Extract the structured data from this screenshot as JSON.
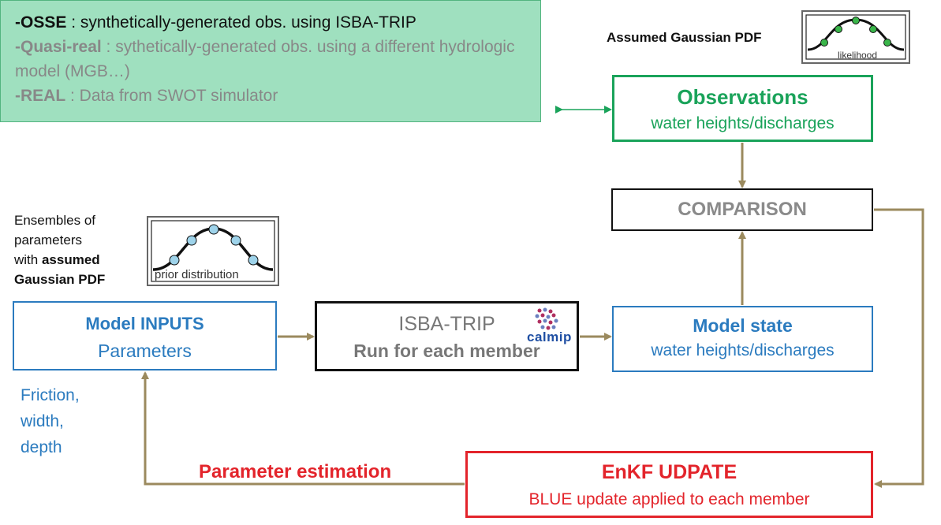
{
  "observation_sources": {
    "osse_label": "-OSSE",
    "osse_text": " : synthetically-generated obs. using ISBA-TRIP",
    "quasi_label": "-Quasi-real",
    "quasi_text": " : sythetically-generated obs. using a different hydrologic model (MGB…)",
    "real_label": "-REAL",
    "real_text": " :  Data from SWOT simulator"
  },
  "likelihood": {
    "caption": "Assumed Gaussian PDF",
    "image_label": "likelihood"
  },
  "observations": {
    "title": "Observations",
    "subtitle": "water heights/discharges"
  },
  "comparison": {
    "title": "COMPARISON"
  },
  "ensembles": {
    "line1": "Ensembles of",
    "line2": "parameters",
    "line3_prefix": "with ",
    "line3_bold": "assumed",
    "line4": "Gaussian PDF"
  },
  "prior": {
    "image_label": "prior distribution"
  },
  "model_inputs": {
    "title": "Model INPUTS",
    "subtitle": "Parameters"
  },
  "isba": {
    "title": "ISBA-TRIP",
    "subtitle": "Run for each member",
    "logo_text": "calmip"
  },
  "model_state": {
    "title": "Model state",
    "subtitle": "water heights/discharges"
  },
  "friction": {
    "line1": "Friction,",
    "line2": "width,",
    "line3": "depth"
  },
  "parameter_estimation": {
    "label": "Parameter estimation"
  },
  "enkf": {
    "title": "EnKF UDPATE",
    "subtitle": "BLUE update applied to each member"
  },
  "colors": {
    "arrow": "#9b8a5e",
    "green_fill": "#9fe0bf",
    "green": "#1aa35a",
    "blue": "#2b7bbf",
    "red": "#e3242b"
  }
}
